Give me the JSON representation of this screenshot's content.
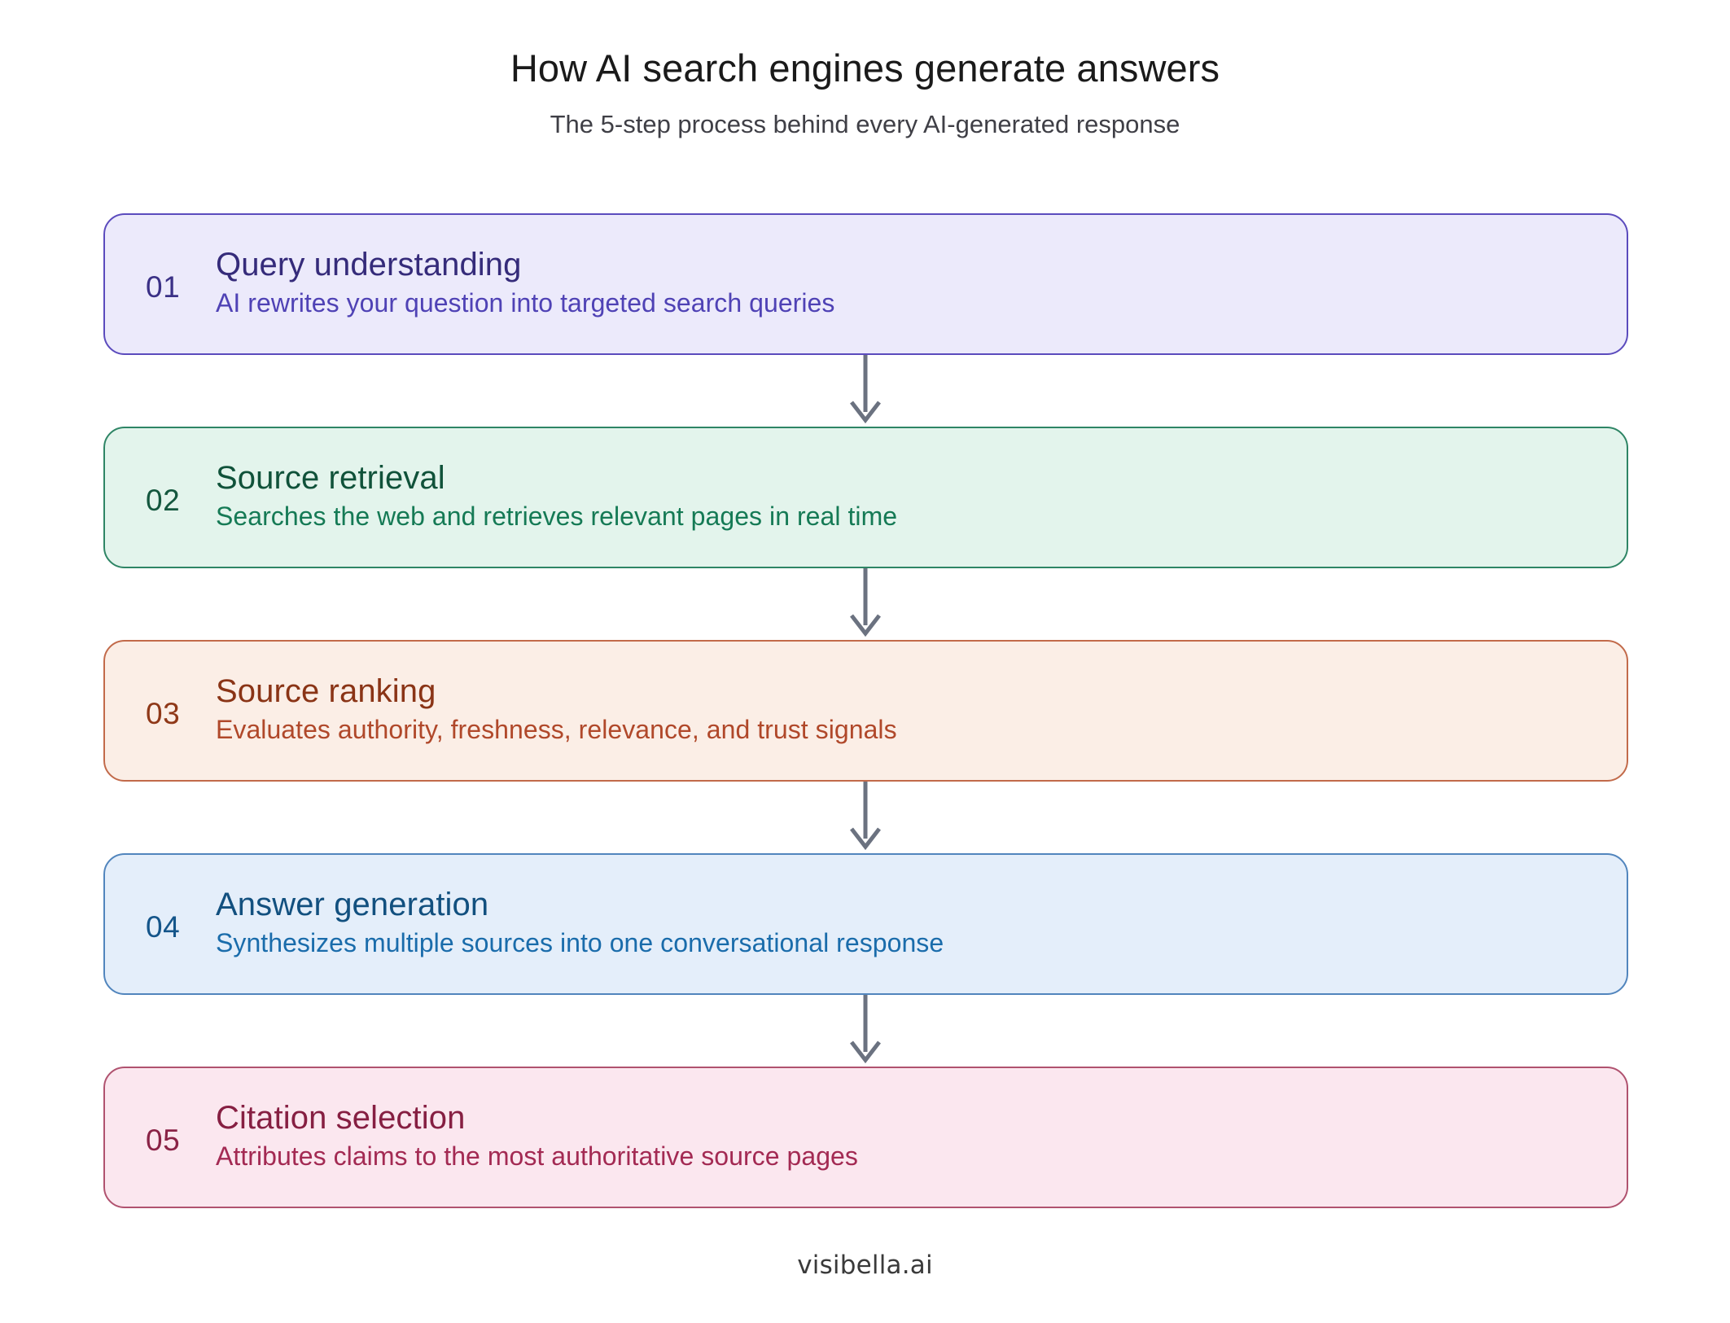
{
  "header": {
    "title": "How AI search engines generate answers",
    "subtitle": "The 5-step process behind every AI-generated response"
  },
  "footer": {
    "brand": "visibella.ai"
  },
  "connector": {
    "icon": "arrow-down-icon",
    "color": "#6b7280"
  },
  "steps": [
    {
      "number": "01",
      "title": "Query understanding",
      "description": "AI rewrites your question into targeted search queries",
      "fill": "#eceafb",
      "border": "#5b4bbd",
      "title_color": "#352b7a",
      "number_color": "#3a3086",
      "desc_color": "#4f42b5"
    },
    {
      "number": "02",
      "title": "Source retrieval",
      "description": "Searches the web and retrieves relevant pages in real time",
      "fill": "#e3f4ec",
      "border": "#2e8565",
      "title_color": "#10523a",
      "number_color": "#14573e",
      "desc_color": "#157a55"
    },
    {
      "number": "03",
      "title": "Source ranking",
      "description": "Evaluates authority, freshness, relevance, and trust signals",
      "fill": "#fbeee6",
      "border": "#c26a4a",
      "title_color": "#8a3416",
      "number_color": "#8f3818",
      "desc_color": "#b0482a"
    },
    {
      "number": "04",
      "title": "Answer generation",
      "description": "Synthesizes multiple sources into one conversational response",
      "fill": "#e4eefa",
      "border": "#5185bd",
      "title_color": "#12507f",
      "number_color": "#14558a",
      "desc_color": "#1a6cab"
    },
    {
      "number": "05",
      "title": "Citation selection",
      "description": "Attributes claims to the most authoritative source pages",
      "fill": "#fbe7ef",
      "border": "#b0526f",
      "title_color": "#861f42",
      "number_color": "#8a2346",
      "desc_color": "#a32a53"
    }
  ]
}
